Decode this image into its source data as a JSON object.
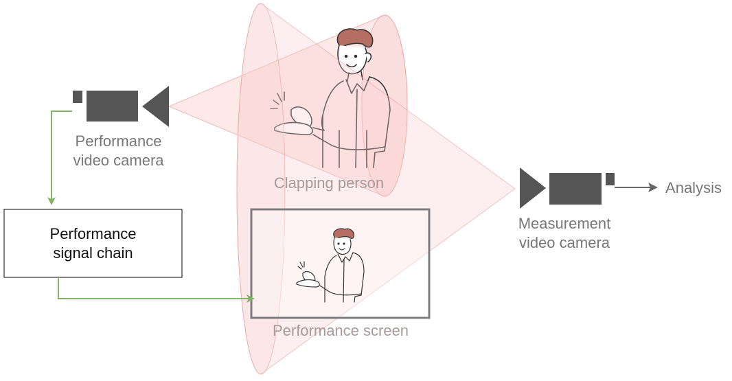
{
  "labels": {
    "performance_camera": [
      "Performance",
      "video camera"
    ],
    "signal_chain": [
      "Performance",
      "signal chain"
    ],
    "clapping_person": "Clapping person",
    "performance_screen": "Performance screen",
    "measurement_camera": [
      "Measurement",
      "video camera"
    ],
    "analysis": "Analysis"
  },
  "icons": {
    "performance_camera": "video-camera-icon",
    "measurement_camera": "video-camera-icon",
    "person": "clapping-person-illustration",
    "screen_person": "clapping-person-illustration"
  },
  "colors": {
    "camera": "#555555",
    "green_arrow": "#82b366",
    "cone_fill": "#f8cecc",
    "cone_stroke": "#e7a0a0",
    "screen_border": "#7f7f7f",
    "analysis_arrow": "#666666"
  }
}
